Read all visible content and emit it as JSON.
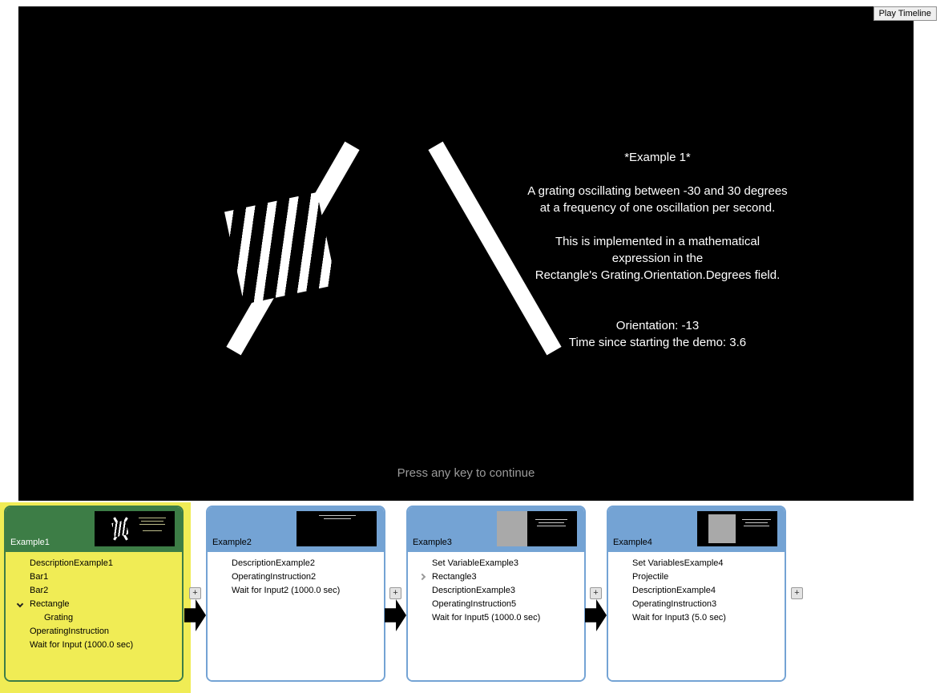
{
  "toolbar": {
    "play_timeline": "Play Timeline"
  },
  "stage": {
    "title": "*Example 1*",
    "para1": [
      "A grating oscillating between -30 and 30 degrees",
      "at a frequency of one oscillation per second."
    ],
    "para2": [
      "This is implemented in a mathematical",
      "expression in the",
      "Rectangle's Grating.Orientation.Degrees field."
    ],
    "para3": [
      "Orientation: -13",
      "Time since starting the demo: 3.6"
    ],
    "footer": "Press any key to continue"
  },
  "timeline": {
    "add_label": "+",
    "blocks": [
      {
        "name": "Example1",
        "selected": true,
        "items": [
          {
            "label": "DescriptionExample1"
          },
          {
            "label": "Bar1"
          },
          {
            "label": "Bar2"
          },
          {
            "label": "Rectangle",
            "expander": "expanded"
          },
          {
            "label": "Grating",
            "indent": 1
          },
          {
            "label": "OperatingInstruction"
          },
          {
            "label": "Wait for Input (1000.0 sec)"
          }
        ]
      },
      {
        "name": "Example2",
        "selected": false,
        "items": [
          {
            "label": "DescriptionExample2"
          },
          {
            "label": "OperatingInstruction2"
          },
          {
            "label": "Wait for Input2 (1000.0 sec)"
          }
        ]
      },
      {
        "name": "Example3",
        "selected": false,
        "items": [
          {
            "label": "Set VariableExample3"
          },
          {
            "label": "Rectangle3",
            "expander": "collapsed"
          },
          {
            "label": "DescriptionExample3"
          },
          {
            "label": "OperatingInstruction5"
          },
          {
            "label": "Wait for Input5 (1000.0 sec)"
          }
        ]
      },
      {
        "name": "Example4",
        "selected": false,
        "items": [
          {
            "label": "Set VariablesExample4"
          },
          {
            "label": "Projectile"
          },
          {
            "label": "DescriptionExample4"
          },
          {
            "label": "OperatingInstruction3"
          },
          {
            "label": "Wait for Input3 (5.0 sec)"
          }
        ]
      }
    ]
  },
  "colors": {
    "stage_bg": "#000000",
    "selected_green": "#3d7d46",
    "selection_yellow": "#f0ec55",
    "block_blue": "#74a3d4"
  }
}
